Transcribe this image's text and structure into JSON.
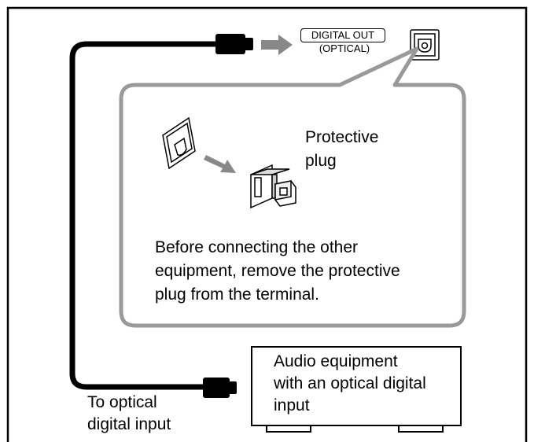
{
  "connector": {
    "title": "DIGITAL OUT",
    "subtitle": "(OPTICAL)"
  },
  "callout": {
    "plug_label_lines": [
      "Protective",
      "plug"
    ],
    "instruction_lines": [
      "Before connecting the other",
      "equipment, remove the protective",
      "plug from the terminal."
    ]
  },
  "device": {
    "label_lines": [
      "Audio equipment",
      "with an optical digital",
      "input"
    ]
  },
  "cable": {
    "label_lines": [
      "To optical",
      "digital input"
    ]
  },
  "colors": {
    "cable": "#000000",
    "callout_border": "#999999",
    "arrow": "#888888"
  }
}
